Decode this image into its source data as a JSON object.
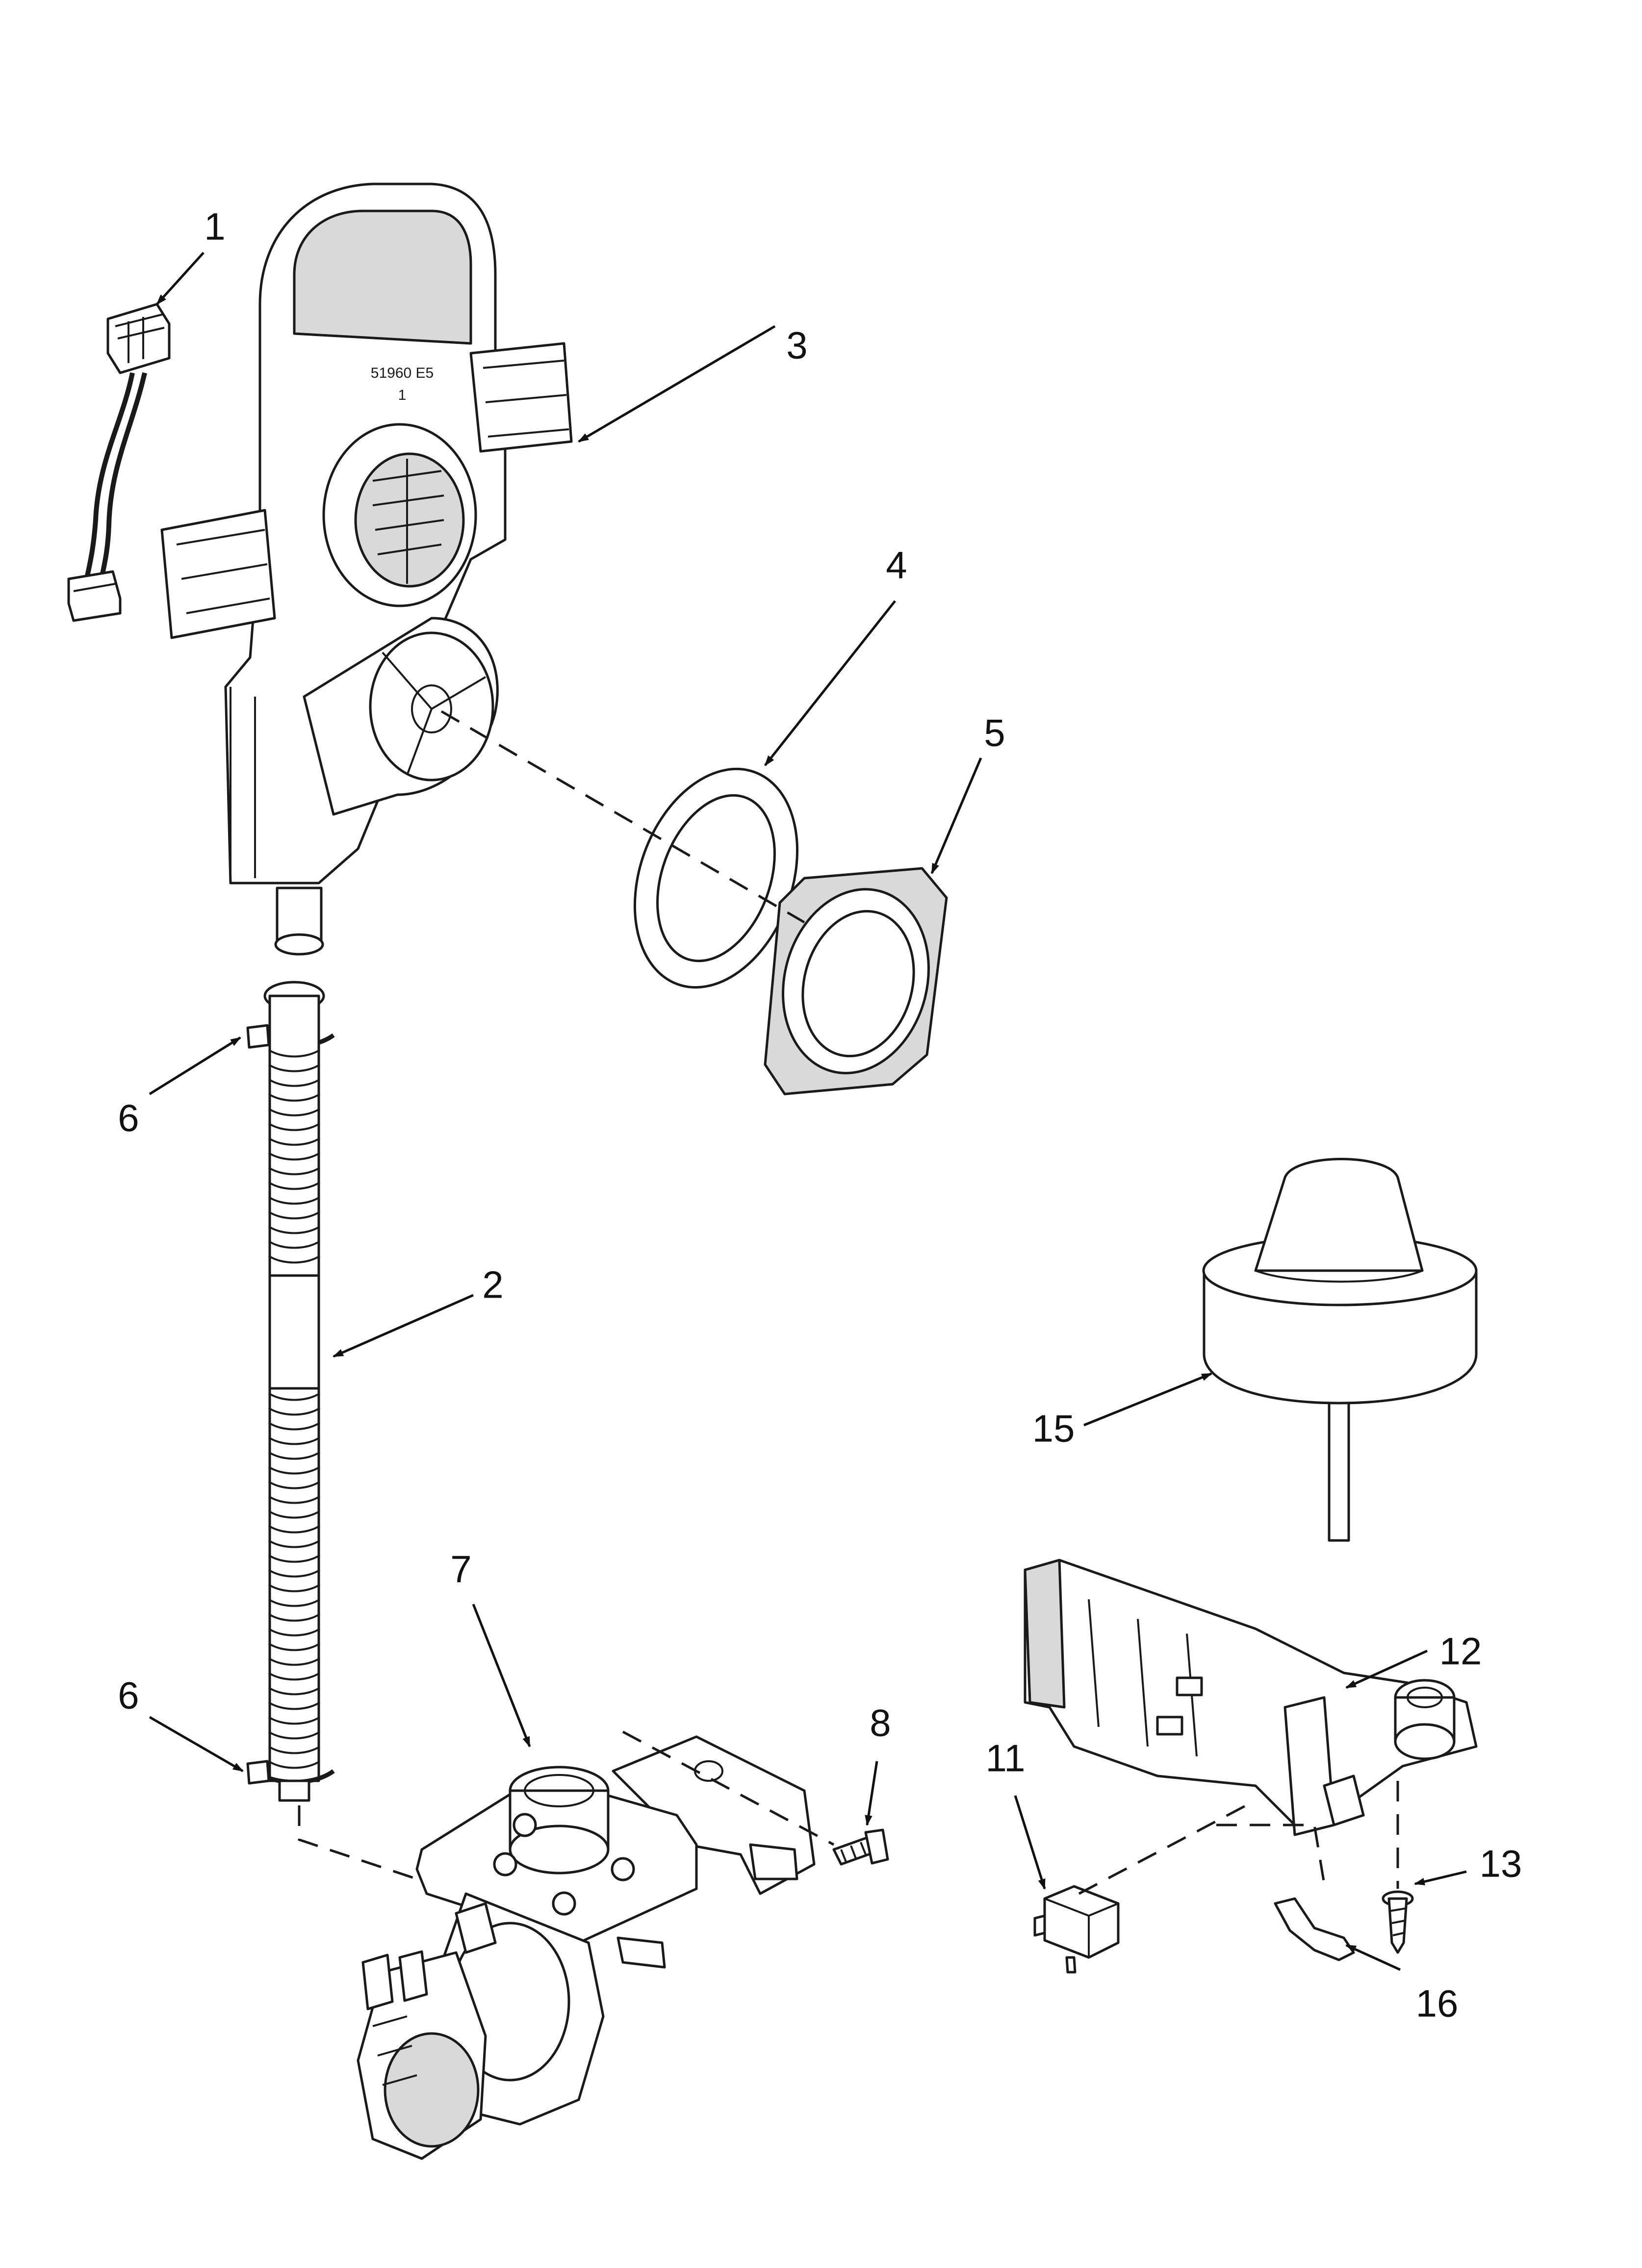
{
  "part_imprint": [
    "51960 E5",
    "1"
  ],
  "callouts": [
    {
      "id": "1",
      "label": "1"
    },
    {
      "id": "2",
      "label": "2"
    },
    {
      "id": "3",
      "label": "3"
    },
    {
      "id": "4",
      "label": "4"
    },
    {
      "id": "5",
      "label": "5"
    },
    {
      "id": "6a",
      "label": "6"
    },
    {
      "id": "6b",
      "label": "6"
    },
    {
      "id": "7",
      "label": "7"
    },
    {
      "id": "8",
      "label": "8"
    },
    {
      "id": "11",
      "label": "11"
    },
    {
      "id": "12",
      "label": "12"
    },
    {
      "id": "13",
      "label": "13"
    },
    {
      "id": "15",
      "label": "15"
    },
    {
      "id": "16",
      "label": "16"
    }
  ]
}
